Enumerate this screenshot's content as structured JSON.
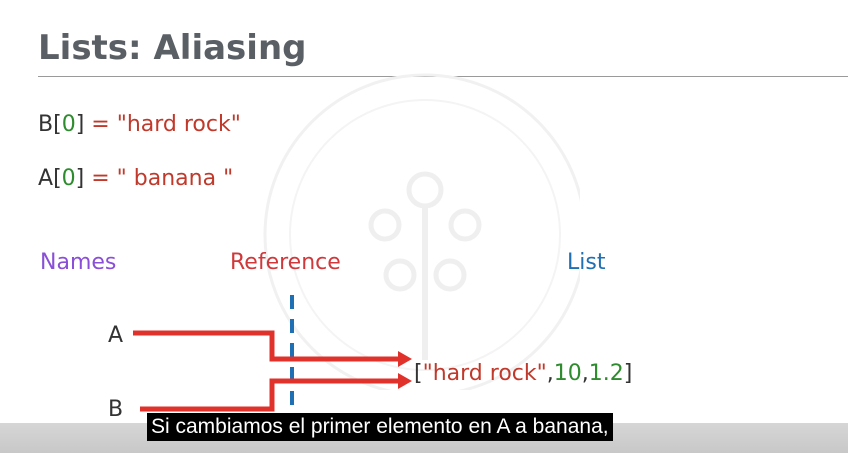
{
  "slide": {
    "title": "Lists: Aliasing"
  },
  "code": {
    "line1": {
      "name": "B",
      "open": "[",
      "index": "0",
      "close": "]",
      "op": " = ",
      "value": "\"hard rock\""
    },
    "line2": {
      "name": "A",
      "open": "[",
      "index": "0",
      "close": "]",
      "op": " = ",
      "value": "\" banana \""
    }
  },
  "diagram": {
    "headers": {
      "names": "Names",
      "reference": "Reference",
      "list": "List"
    },
    "variables": {
      "a": "A",
      "b": "B"
    },
    "list": {
      "open": "[",
      "item1": "\"hard rock\"",
      "sep1": ",",
      "item2": "10",
      "sep2": ",",
      "item3": "1.2",
      "close": "]"
    }
  },
  "colors": {
    "names_header": "#8a4fd6",
    "reference_header": "#d0393b",
    "list_header": "#1f6fb4",
    "arrow": "#e0312b",
    "dashed_line": "#1f6fb4"
  },
  "subtitle": {
    "text": "Si cambiamos el primer elemento en A a banana,"
  }
}
